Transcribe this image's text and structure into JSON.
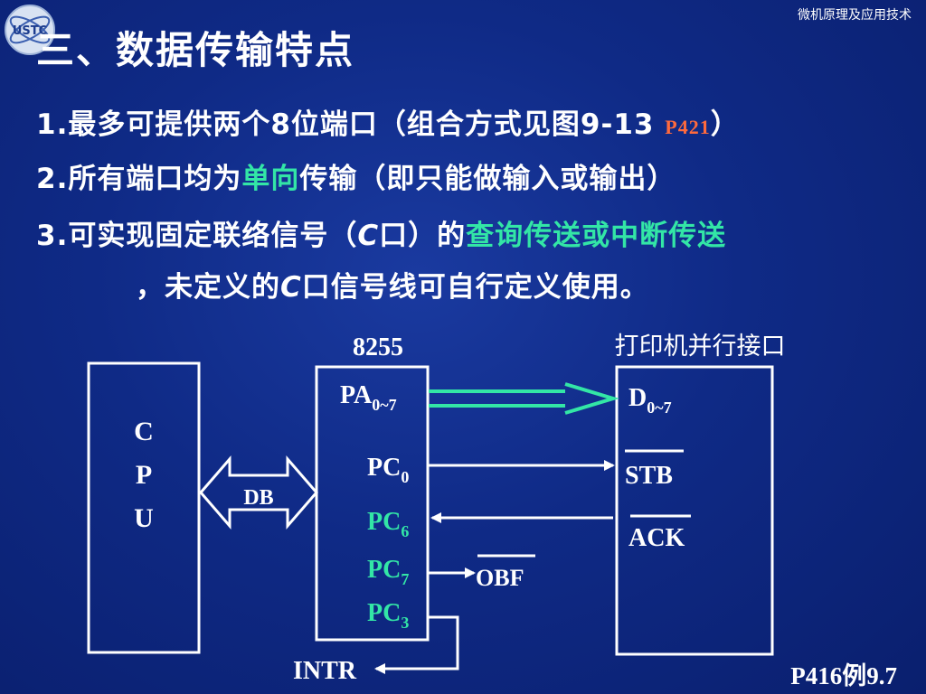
{
  "header": {
    "course_title": "微机原理及应用技术",
    "logo_text": "USTC"
  },
  "slide_title": "三、数据传输特点",
  "points": {
    "p1_num": "1.",
    "p1_text": "最多可提供两个8位端口（组合方式见图9-13 ",
    "p1_ref": "P421",
    "p1_end": "）",
    "p2_num": "2.",
    "p2_pre": "所有端口均为",
    "p2_hl": "单向",
    "p2_post": "传输（即只能做输入或输出）",
    "p3_num": "3.",
    "p3_pre": "可实现固定联络信号（",
    "p3_c": "C",
    "p3_mid": "口）的",
    "p3_hl": "查询传送或中断传送",
    "p4_pre": "，未定义的",
    "p4_c": "C",
    "p4_post": "口信号线可自行定义使用。"
  },
  "diagram": {
    "cpu_letters": [
      "C",
      "P",
      "U"
    ],
    "bus_label": "DB",
    "chip_label": "8255",
    "printer_label": "打印机并行接口",
    "pa_main": "PA",
    "pa_sub": "0~7",
    "d_main": "D",
    "d_sub": "0~7",
    "pc0_main": "PC",
    "pc0_sub": "0",
    "pc6_main": "PC",
    "pc6_sub": "6",
    "pc7_main": "PC",
    "pc7_sub": "7",
    "pc3_main": "PC",
    "pc3_sub": "3",
    "stb": "STB",
    "ack": "ACK",
    "obf": "OBF",
    "intr": "INTR"
  },
  "colors": {
    "background": "#0f2a86",
    "highlight": "#33e6a6",
    "reference": "#ff6a3d",
    "arrow_cyan": "#33e6a6"
  },
  "footer": {
    "example_ref": "P416例9.7"
  }
}
